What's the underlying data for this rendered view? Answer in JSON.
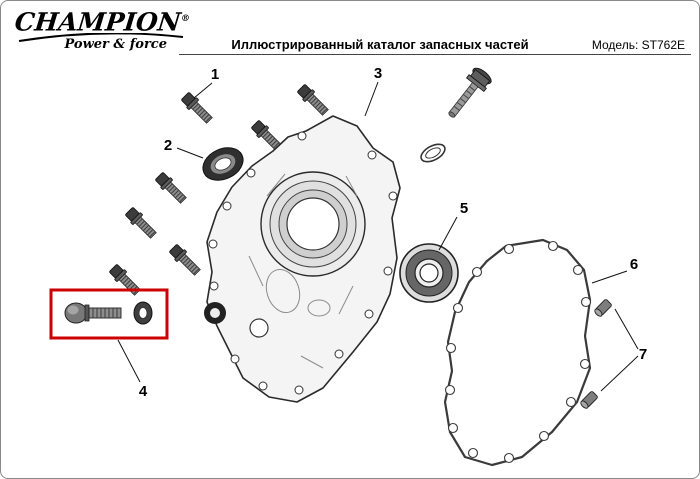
{
  "header": {
    "brand": "CHAMPION",
    "brand_reg": "®",
    "brand_tagline": "Power & force",
    "title": "Иллюстрированный каталог запасных частей",
    "model": "Модель: ST762E"
  },
  "diagram": {
    "callouts": [
      "1",
      "2",
      "3",
      "4",
      "5",
      "6",
      "7"
    ],
    "highlight_color": "#cc0000"
  }
}
